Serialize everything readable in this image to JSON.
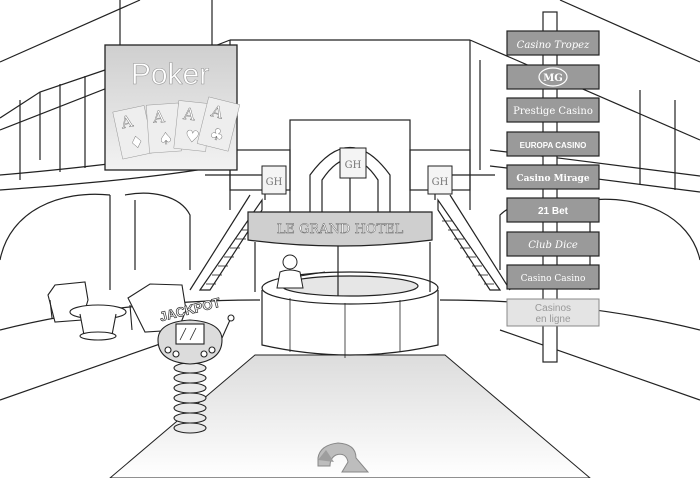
{
  "poker_sign": {
    "title": "Poker",
    "cards": [
      "A",
      "A",
      "A",
      "A"
    ],
    "suits": [
      "♦",
      "♠",
      "♥",
      "♣"
    ]
  },
  "hotel": {
    "desk_banner": "LE GRAND HOTEL",
    "logo": "GH"
  },
  "slot_machine": {
    "label": "JACKPOT"
  },
  "casino_signs": [
    {
      "label": "Casino Tropez"
    },
    {
      "label": "MG"
    },
    {
      "label": "Prestige Casino"
    },
    {
      "label": "EUROPA CASINO"
    },
    {
      "label": "Casino Mirage"
    },
    {
      "label": "21 Bet"
    },
    {
      "label": "Club Dice"
    },
    {
      "label": "Casino Casino"
    }
  ],
  "online_sign": {
    "line1": "Casinos",
    "line2": "en ligne"
  },
  "colors": {
    "sign_fill": "#9a9a9a",
    "sign_text": "#ffffff",
    "line": "#222222",
    "banner": "#c8c8c8"
  },
  "navigation": {
    "back_icon": "u-turn-arrow-icon"
  }
}
